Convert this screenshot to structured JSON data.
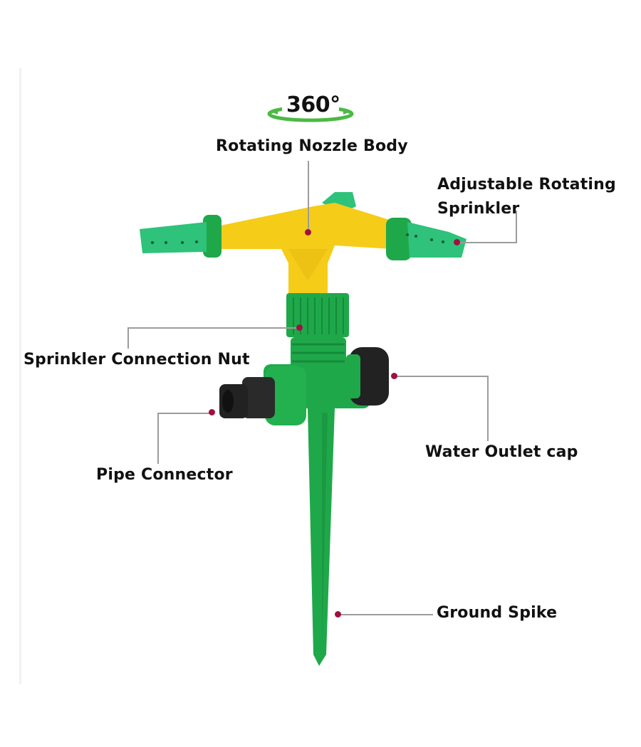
{
  "badge": {
    "text": "360°",
    "arc_color": "#4cb944"
  },
  "labels": {
    "nozzle_body": "Rotating Nozzle Body",
    "adjustable_line1": "Adjustable Rotating",
    "adjustable_line2": "Sprinkler",
    "connection_nut": "Sprinkler Connection Nut",
    "pipe_connector": "Pipe Connector",
    "water_outlet": "Water Outlet cap",
    "ground_spike": "Ground Spike"
  },
  "colors": {
    "body_yellow": "#f5cc18",
    "part_green": "#1fa84a",
    "nozzle_green": "#2ec27a",
    "connector_black": "#222222",
    "marker": "#a01040",
    "leader_line": "#9c9c9c"
  }
}
